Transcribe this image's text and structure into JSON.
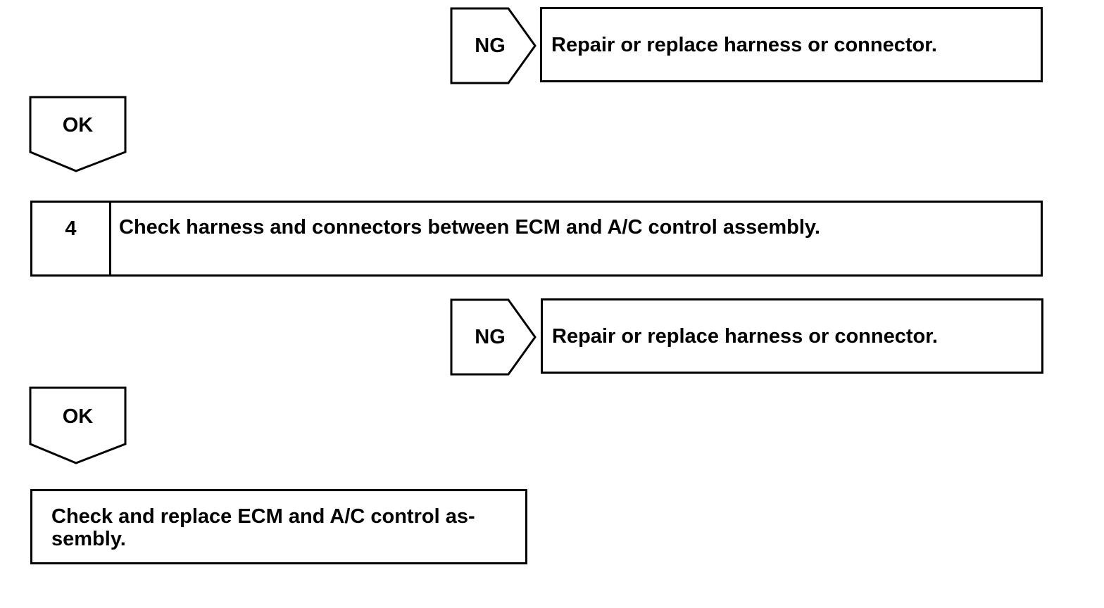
{
  "flow": {
    "ng1": {
      "tag": "NG",
      "action": "Repair or replace harness or connector."
    },
    "ok1": {
      "tag": "OK"
    },
    "step4": {
      "number": "4",
      "title": "Check harness and connectors between ECM and A/C control assembly."
    },
    "ng2": {
      "tag": "NG",
      "action": "Repair or replace harness or connector."
    },
    "ok2": {
      "tag": "OK"
    },
    "final": {
      "line1": "Check and replace ECM and A/C control as-",
      "line2": "sembly."
    }
  }
}
